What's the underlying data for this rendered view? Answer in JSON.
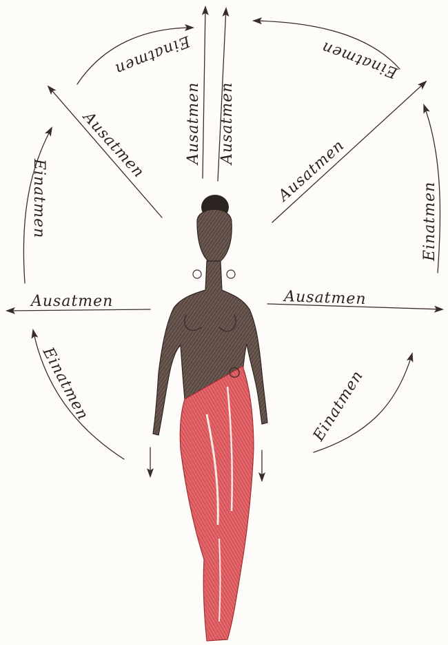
{
  "labels": {
    "exhale": "Ausatmen",
    "inhale": "Einatmen",
    "exhale_left": "Ausatmen",
    "exhale_right": "Ausatmen",
    "exhale_vertical_left": "Ausatmen",
    "exhale_vertical_right": "Ausatmen",
    "exhale_upper_left": "Ausatmen",
    "exhale_upper_right": "Ausatmen",
    "inhale_top_left": "Einatmen",
    "inhale_top_right": "Einatmen",
    "inhale_left_upper": "Einatmen",
    "inhale_left_lower": "Einatmen",
    "inhale_right_upper": "Einatmen",
    "inhale_right_lower": "Einatmen"
  },
  "colors": {
    "pencil": "#3a2c2a",
    "skin": "#5b4a44",
    "hair": "#2b2322",
    "sarong": "#d4454a",
    "paper": "#fdfcf9"
  }
}
